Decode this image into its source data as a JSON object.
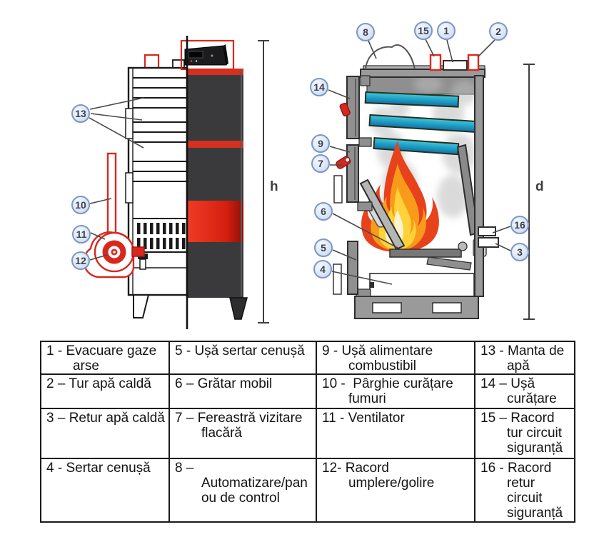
{
  "figure": {
    "dim_labels": {
      "h": "h",
      "d": "d"
    },
    "callouts": [
      {
        "n": "1"
      },
      {
        "n": "2"
      },
      {
        "n": "3"
      },
      {
        "n": "4"
      },
      {
        "n": "5"
      },
      {
        "n": "6"
      },
      {
        "n": "7"
      },
      {
        "n": "8"
      },
      {
        "n": "9"
      },
      {
        "n": "10"
      },
      {
        "n": "11"
      },
      {
        "n": "12"
      },
      {
        "n": "13"
      },
      {
        "n": "14"
      },
      {
        "n": "15"
      },
      {
        "n": "16"
      }
    ],
    "views": {
      "left": "side-view-boiler",
      "right": "cross-section-boiler"
    },
    "colors": {
      "accent_red": "#d8281e",
      "panel_dark": "#3a3a3c",
      "baffle_teal": "#1f9fc4",
      "callout_fill": "#dde7f5",
      "callout_border": "#7b97c7",
      "flame_outer": "#e8421c",
      "flame_mid": "#f89b1b",
      "flame_inner": "#ffd23a"
    }
  },
  "legend": {
    "rows": [
      [
        {
          "text": "1 - Evacuare gaze\n       arse"
        },
        {
          "text": "5 - Ușă sertar cenușă"
        },
        {
          "text": "9 - Ușă alimentare\n       combustibil"
        },
        {
          "text": "13 - Manta de\n       apă"
        }
      ],
      [
        {
          "text": "2 – Tur apă caldă"
        },
        {
          "text": "6 – Grătar mobil"
        },
        {
          "text": "10 -  Pârghie curățare\n       fumuri"
        },
        {
          "text": "14 – Ușă\n       curățare"
        }
      ],
      [
        {
          "text": "3 – Retur apă caldă"
        },
        {
          "text": "7 – Fereastră vizitare\n       flacără"
        },
        {
          "text": "11 - Ventilator"
        },
        {
          "text": "15 – Racord\n       tur circuit\n       siguranță"
        }
      ],
      [
        {
          "text": "4 - Sertar cenușă"
        },
        {
          "text": "8 –\n       Automatizare/pan\n       ou de control"
        },
        {
          "text": "12- Racord\n       umplere/golire"
        },
        {
          "text": "16 - Racord\n       retur\n       circuit\n       siguranță"
        }
      ]
    ]
  }
}
